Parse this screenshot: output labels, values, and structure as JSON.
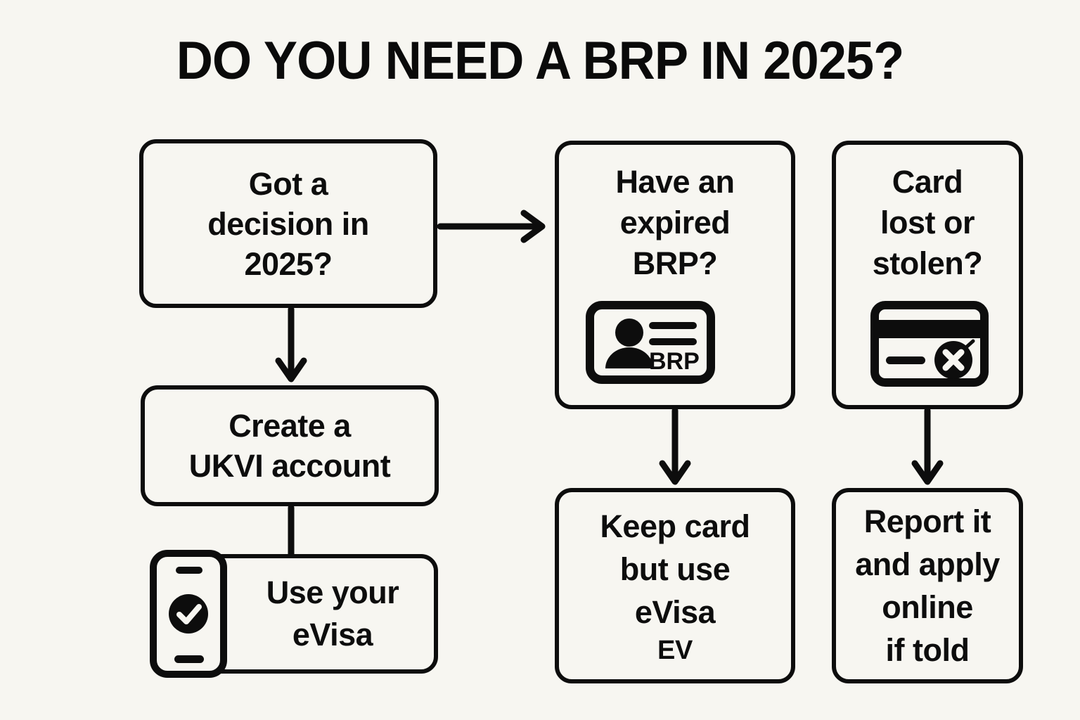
{
  "page": {
    "title": "DO YOU NEED A BRP IN 2025?",
    "background_color": "#f7f6f1",
    "ink_color": "#0d0d0d"
  },
  "flow": {
    "nodes": [
      {
        "id": "decision",
        "label": "Got a\ndecision in\n2025?",
        "icon": null
      },
      {
        "id": "ukvi",
        "label": "Create a\nUKVI account",
        "icon": null
      },
      {
        "id": "evisa",
        "label": "Use your\neVisa",
        "icon": "phone-check-icon"
      },
      {
        "id": "expired",
        "label": "Have an\nexpired\nBRP?",
        "icon": "brp-id-card-icon",
        "icon_text": "BRP"
      },
      {
        "id": "keepcard",
        "label": "Keep card\nbut use\neVisa",
        "sublabel": "EV",
        "icon": null
      },
      {
        "id": "cardlost",
        "label": "Card\nlost or\nstolen?",
        "icon": "card-cancelled-icon"
      },
      {
        "id": "report",
        "label": "Report it\nand apply\nonline\nif told",
        "icon": null
      }
    ],
    "connectors": [
      {
        "id": "decision-to-expired",
        "from": "decision",
        "to": "expired",
        "style": "arrow",
        "direction": "right"
      },
      {
        "id": "decision-to-ukvi",
        "from": "decision",
        "to": "ukvi",
        "style": "arrow",
        "direction": "down"
      },
      {
        "id": "ukvi-to-evisa",
        "from": "ukvi",
        "to": "evisa",
        "style": "line",
        "direction": "down"
      },
      {
        "id": "expired-to-keepcard",
        "from": "expired",
        "to": "keepcard",
        "style": "arrow",
        "direction": "down"
      },
      {
        "id": "cardlost-to-report",
        "from": "cardlost",
        "to": "report",
        "style": "arrow",
        "direction": "down"
      }
    ]
  }
}
